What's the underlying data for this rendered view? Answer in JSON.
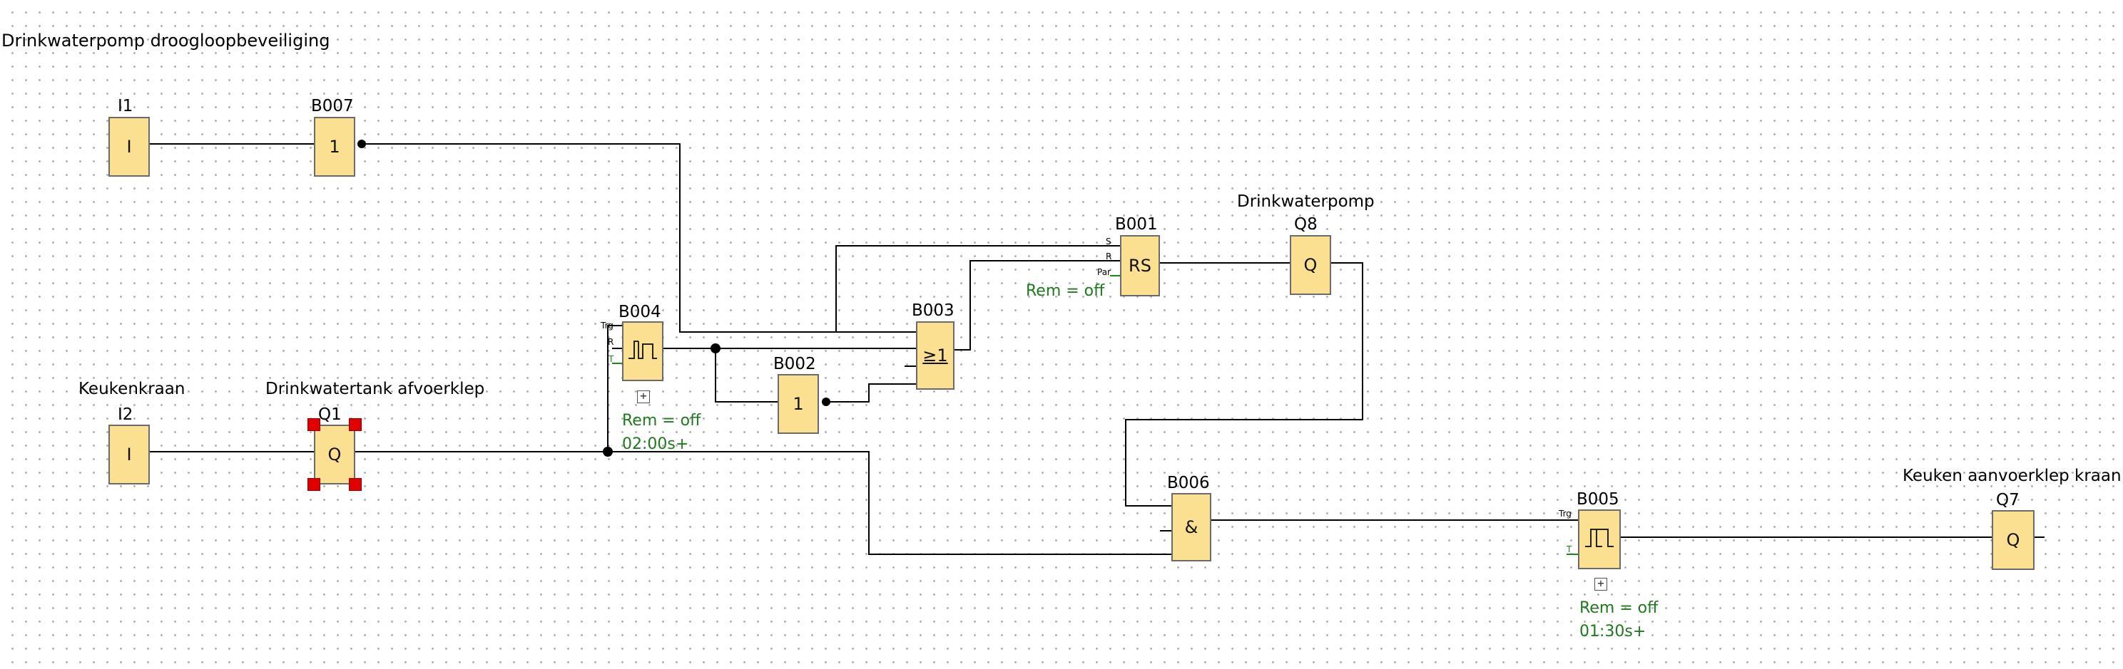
{
  "diagram": {
    "title": "Drinkwaterpomp droogloopbeveiliging",
    "blocks": {
      "i1": {
        "name": "I1",
        "symbol": "I"
      },
      "i2": {
        "name": "I2",
        "symbol": "I",
        "comment": "Keukenkraan"
      },
      "b007": {
        "name": "B007",
        "symbol": "1"
      },
      "q1": {
        "name": "Q1",
        "symbol": "Q",
        "comment": "Drinkwatertank afvoerklep"
      },
      "b004": {
        "name": "B004",
        "pins": [
          "Trg",
          "R",
          "T"
        ],
        "rem": "Rem = off",
        "time": "02:00s+"
      },
      "b002": {
        "name": "B002",
        "symbol": "1"
      },
      "b003": {
        "name": "B003",
        "symbol": "≥1"
      },
      "b001": {
        "name": "B001",
        "symbol": "RS",
        "pins": [
          "S",
          "R",
          "Par"
        ],
        "rem": "Rem = off"
      },
      "q8": {
        "name": "Q8",
        "symbol": "Q",
        "comment": "Drinkwaterpomp"
      },
      "b006": {
        "name": "B006",
        "symbol": "&"
      },
      "b005": {
        "name": "B005",
        "pins": [
          "Trg",
          "T"
        ],
        "rem": "Rem = off",
        "time": "01:30s+"
      },
      "q7": {
        "name": "Q7",
        "symbol": "Q",
        "comment": "Keuken aanvoerklep kraan"
      }
    }
  }
}
